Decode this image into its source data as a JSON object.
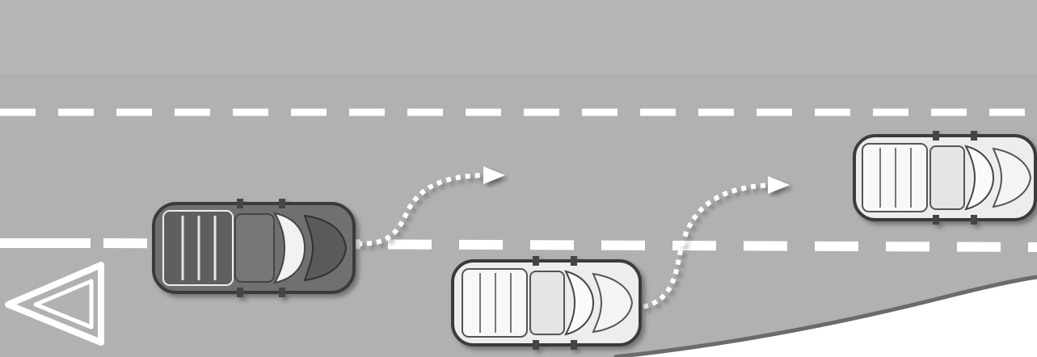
{
  "diagram": {
    "colors": {
      "road": "#b1b1b1",
      "road_shadow": "#a6a6a6",
      "shoulder": "#ffffff",
      "lane_marking": "#ffffff",
      "path_arrow": "#ffffff",
      "dark_vehicle": "#6f6f6f",
      "light_vehicle": "#ededed",
      "vehicle_outline": "#3a3a3a",
      "yield_sign_border": "#ffffff"
    },
    "icons": {
      "yield_sign": "yield-triangle-icon",
      "vehicle": "pickup-truck-top-view-icon",
      "path": "dotted-lane-change-arrow-icon"
    },
    "vehicles": [
      {
        "id": "dark-pickup",
        "shade": "dark",
        "heading": "right"
      },
      {
        "id": "light-pickup-middle",
        "shade": "light",
        "heading": "right"
      },
      {
        "id": "light-pickup-ahead",
        "shade": "light",
        "heading": "right"
      }
    ],
    "paths": [
      {
        "id": "dark-pickup-merge-path",
        "style": "dotted",
        "direction": "left-lane"
      },
      {
        "id": "light-pickup-merge-path",
        "style": "dotted",
        "direction": "left-lane"
      }
    ]
  }
}
